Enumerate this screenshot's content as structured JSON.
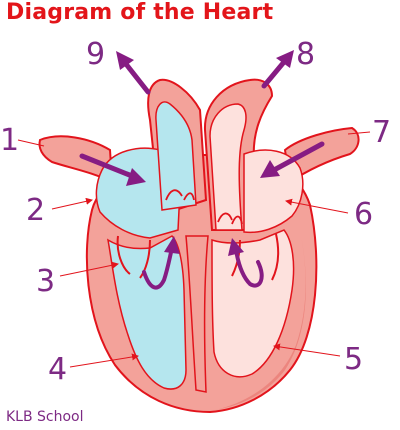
{
  "title": "Diagram of the Heart",
  "credit": "KLB School",
  "labels": [
    "1",
    "2",
    "3",
    "4",
    "5",
    "6",
    "7",
    "8",
    "9"
  ],
  "colors": {
    "title": "#e3151a",
    "outline": "#e2141c",
    "wall": "#f3a29a",
    "wall_dark": "#ea7e77",
    "right_side": "#b5e6ee",
    "left_side": "#fde1dd",
    "arrows": "#861c83",
    "label_text": "#7d2a84",
    "label_lines": "#e2141c"
  }
}
